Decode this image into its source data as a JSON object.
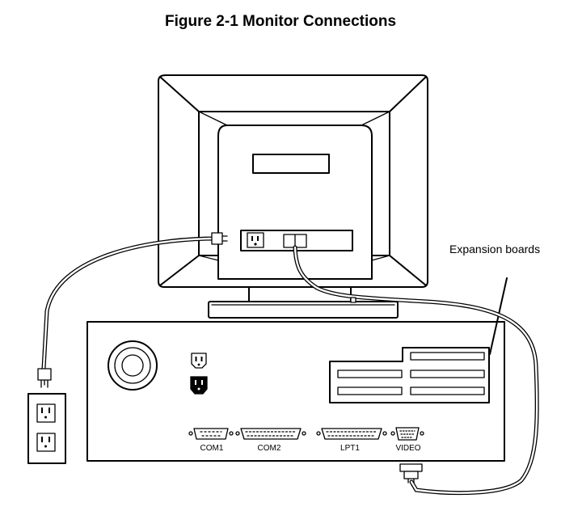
{
  "figure": {
    "title": "Figure 2-1 Monitor Connections",
    "callout_label": "Expansion boards",
    "port_labels": {
      "com1": "COM1",
      "com2": "COM2",
      "lpt1": "LPT1",
      "video": "VIDEO"
    }
  },
  "colors": {
    "ink": "#000000",
    "paper": "#ffffff"
  }
}
